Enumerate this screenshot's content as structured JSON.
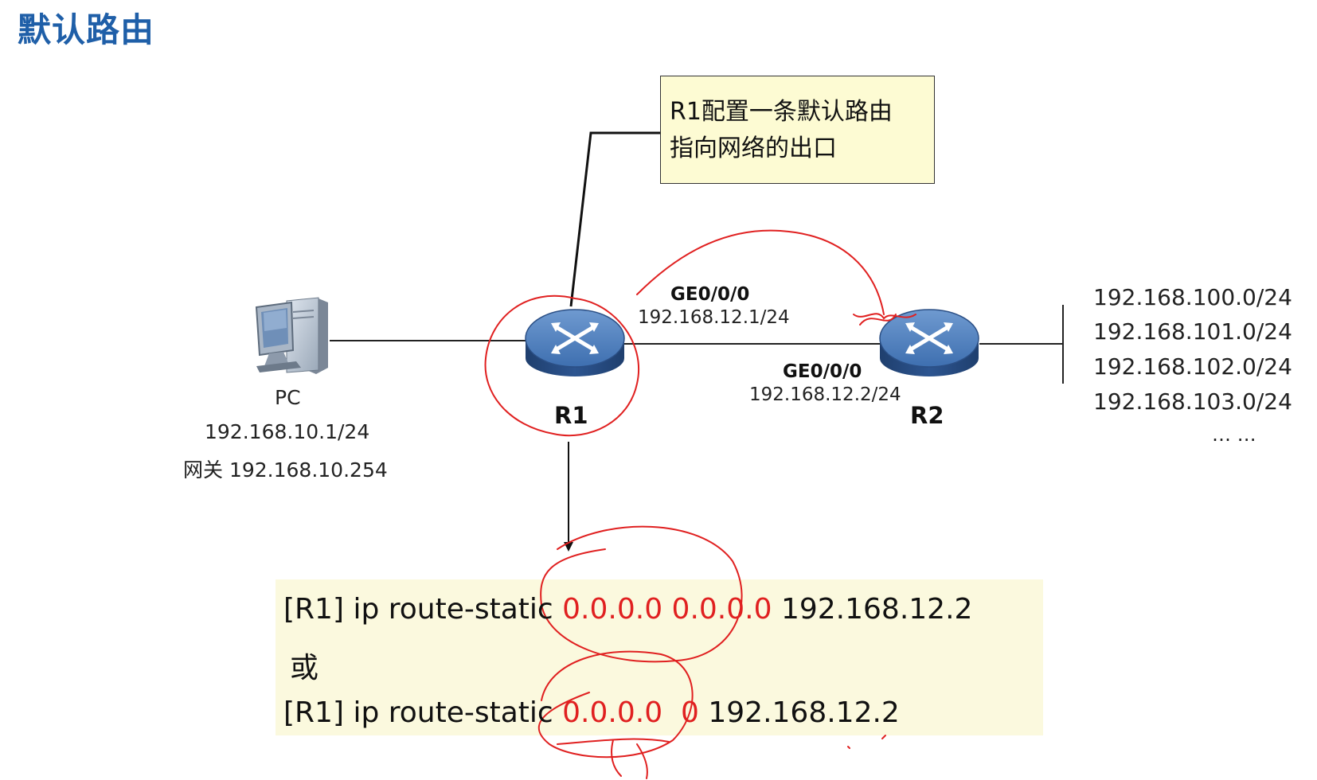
{
  "title": "默认路由",
  "callout": {
    "line1": "R1配置一条默认路由",
    "line2": "指向网络的出口"
  },
  "pc": {
    "name": "PC",
    "ip": "192.168.10.1/24",
    "gateway": "网关 192.168.10.254"
  },
  "r1": {
    "name": "R1",
    "interface": "GE0/0/0",
    "ip": "192.168.12.1/24"
  },
  "r2": {
    "name": "R2",
    "interface": "GE0/0/0",
    "ip": "192.168.12.2/24"
  },
  "networks": [
    "192.168.100.0/24",
    "192.168.101.0/24",
    "192.168.102.0/24",
    "192.168.103.0/24",
    "… …"
  ],
  "commands": {
    "prefix1": "[R1] ip route-static",
    "dest1": "0.0.0.0 0.0.0.0",
    "nexthop1": "192.168.12.2",
    "or": "或",
    "prefix2": "[R1] ip route-static",
    "dest2": "0.0.0.0  0",
    "nexthop2": "192.168.12.2"
  },
  "colors": {
    "title": "#1f5fa8",
    "highlight": "#e02020",
    "callout_bg": "#fdfbd3",
    "command_bg": "#fbf9de",
    "router": "#2f5f9e"
  },
  "icons": [
    "pc-icon",
    "router-icon"
  ]
}
